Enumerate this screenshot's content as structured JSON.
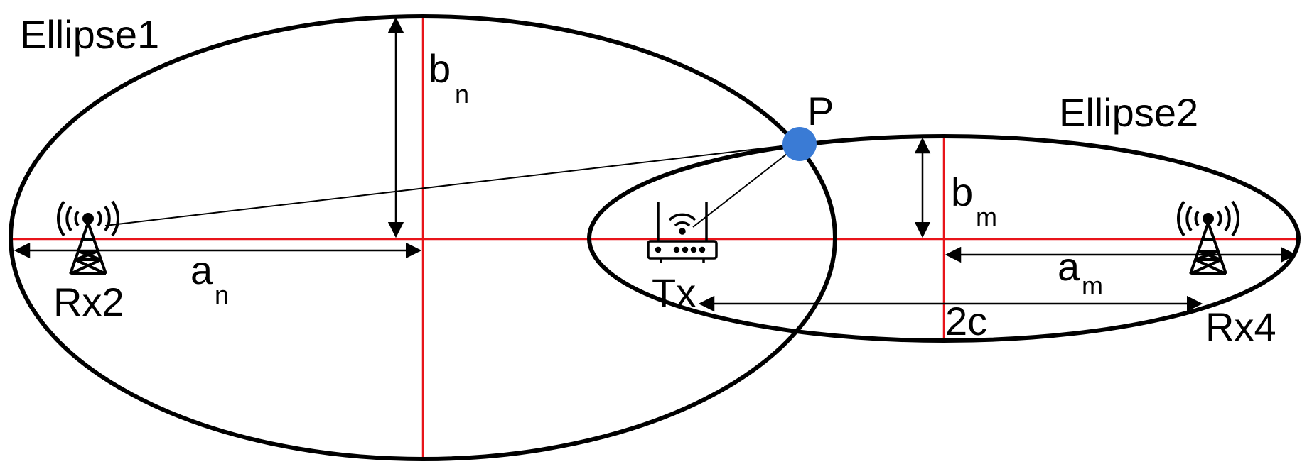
{
  "ellipse1": {
    "label": "Ellipse1",
    "semi_major_label": "a",
    "semi_major_sub": "n",
    "semi_minor_label": "b",
    "semi_minor_sub": "n"
  },
  "ellipse2": {
    "label": "Ellipse2",
    "semi_major_label": "a",
    "semi_major_sub": "m",
    "semi_minor_label": "b",
    "semi_minor_sub": "m"
  },
  "focal_distance_label": "2c",
  "intersection_point": {
    "label": "P",
    "color": "#3a7bd5"
  },
  "nodes": {
    "rx2": {
      "label": "Rx2",
      "icon": "antenna-tower-icon"
    },
    "rx4": {
      "label": "Rx4",
      "icon": "antenna-tower-icon"
    },
    "tx": {
      "label": "Tx",
      "icon": "wifi-router-icon"
    }
  },
  "colors": {
    "outline": "#000000",
    "axis": "#e8141a"
  }
}
